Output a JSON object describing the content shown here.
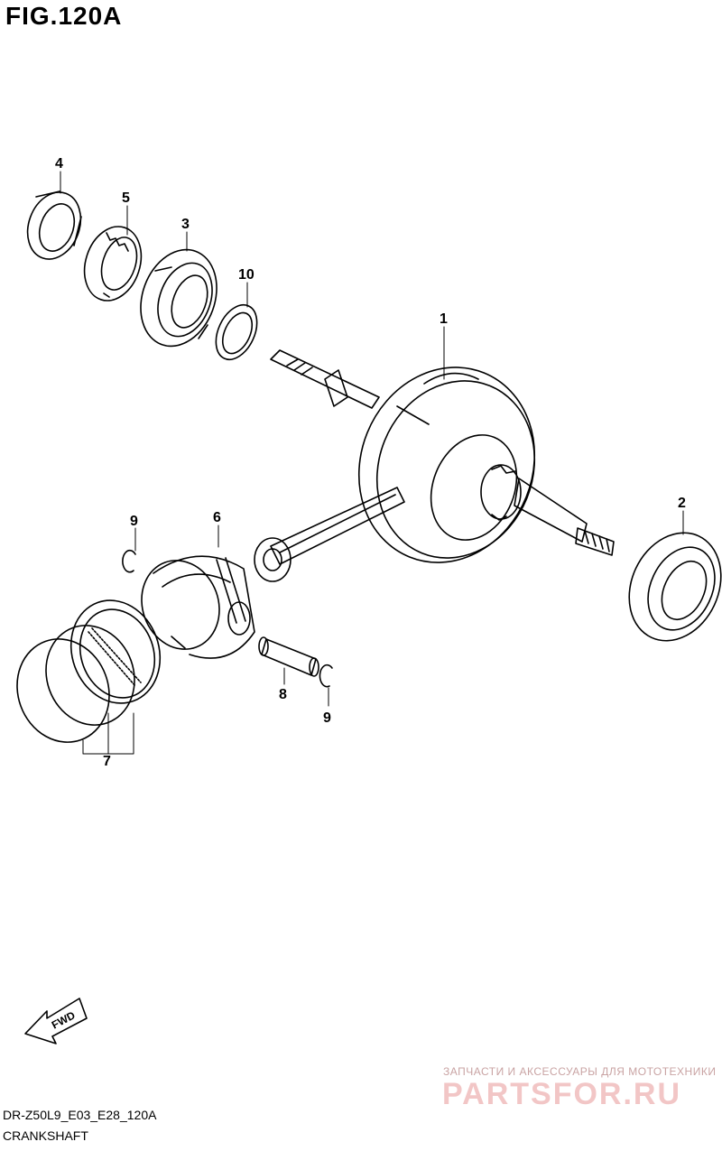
{
  "figure": {
    "title": "FIG.120A"
  },
  "callouts": {
    "p1": "1",
    "p2": "2",
    "p3": "3",
    "p4": "4",
    "p5": "5",
    "p6": "6",
    "p7": "7",
    "p8": "8",
    "p9a": "9",
    "p9b": "9",
    "p10": "10"
  },
  "fwd_label": "FWD",
  "watermark": {
    "line1": "ЗАПЧАСТИ И АКСЕССУАРЫ ДЛЯ МОТОТЕХНИКИ",
    "line2": "PARTSFOR.RU"
  },
  "footer": {
    "model_code": "DR-Z50L9_E03_E28_120A",
    "section_name": "CRANKSHAFT"
  }
}
